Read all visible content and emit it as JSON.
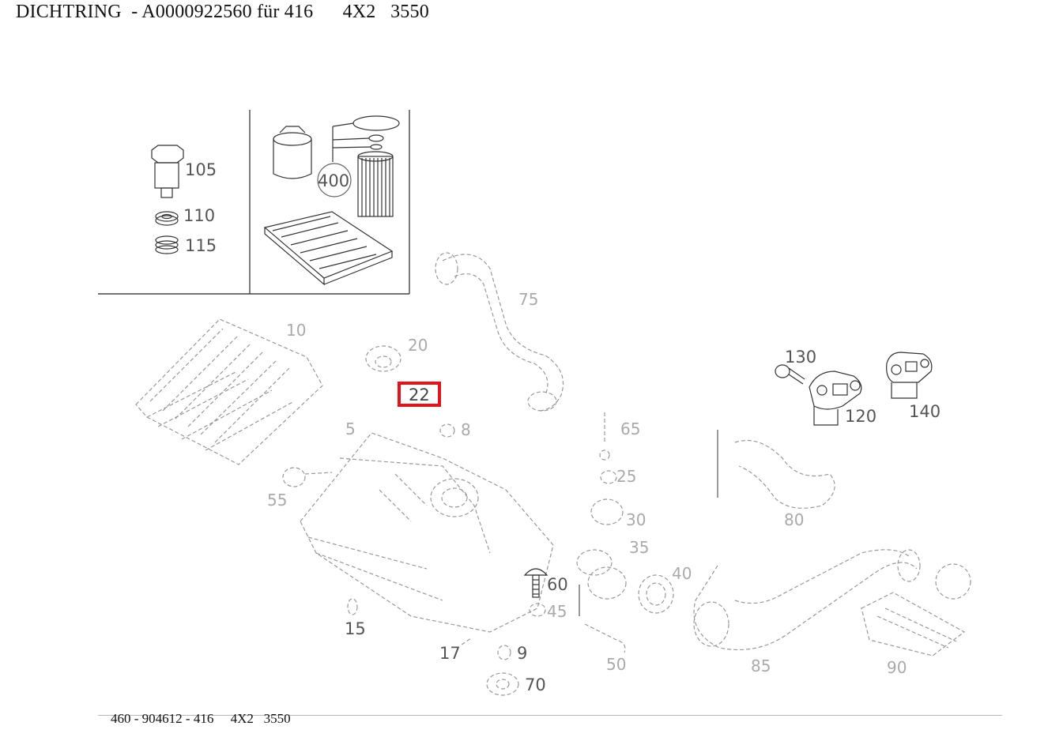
{
  "header": {
    "title": "DICHTRING  - A0000922560 für 416      4X2   3550"
  },
  "footer": {
    "text": "460 - 904612 - 416     4X2   3550"
  },
  "highlight": {
    "label": "22",
    "color": "#e0141a"
  },
  "inset_labels": {
    "p105": "105",
    "p110": "110",
    "p115": "115",
    "p400": "400"
  },
  "part_labels": {
    "p75": "75",
    "p10": "10",
    "p20": "20",
    "p5": "5",
    "p8": "8",
    "p55": "55",
    "p65": "65",
    "p130": "130",
    "p120": "120",
    "p140": "140",
    "p80": "80",
    "p60": "60",
    "p45": "45",
    "p15": "15",
    "p17": "17",
    "p9": "9",
    "p70": "70",
    "p50": "50",
    "p85": "85",
    "p90": "90",
    "p25": "25",
    "p30": "30",
    "p35": "35",
    "p40": "40"
  }
}
